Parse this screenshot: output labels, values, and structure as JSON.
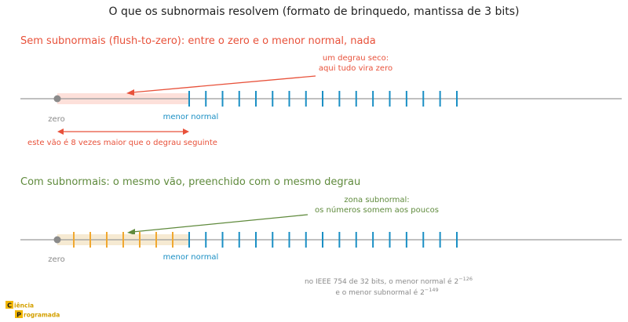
{
  "title": "O que os subnormais resolvem (formato de brinquedo, mantissa de 3 bits)",
  "colors": {
    "red": "#e8513a",
    "blue": "#1a8fc4",
    "green": "#5f8a3c",
    "orange": "#f0a830",
    "gray": "#8a8a8a",
    "axis": "#9a9a9a",
    "gap_fill": "#fde0da",
    "sub_fill": "#f6ead2",
    "logo": "#f2b705"
  },
  "panel_top": {
    "heading": "Sem subnormais (flush-to-zero): entre o zero e o menor normal, nada",
    "callout_line1": "um degrau seco:",
    "callout_line2": "aqui tudo vira zero",
    "zero_label": "zero",
    "min_normal_label": "menor normal",
    "gap_note": "este vão é 8 vezes maior que o degrau seguinte"
  },
  "panel_bottom": {
    "heading": "Com subnormais: o mesmo vão, preenchido com o mesmo degrau",
    "callout_line1": "zona subnormal:",
    "callout_line2": "os números somem aos poucos",
    "zero_label": "zero",
    "min_normal_label": "menor normal"
  },
  "footnote": {
    "line1_text": "no IEEE 754 de 32 bits, o menor normal é 2",
    "line1_exp": "−126",
    "line2_text": "e o menor subnormal é 2",
    "line2_exp": "−149"
  },
  "logo": {
    "letter1": "C",
    "word1": "iência",
    "letter2": "P",
    "word2": "rogramada"
  },
  "number_line": {
    "binades": [
      {
        "start": 1,
        "step": 0.125,
        "count": 8
      },
      {
        "start": 2,
        "step": 0.25,
        "count": 8
      },
      {
        "start": 4,
        "step": 0.5,
        "count": 1
      }
    ],
    "subnormal_step": 0.125,
    "subnormal_count": 7
  }
}
